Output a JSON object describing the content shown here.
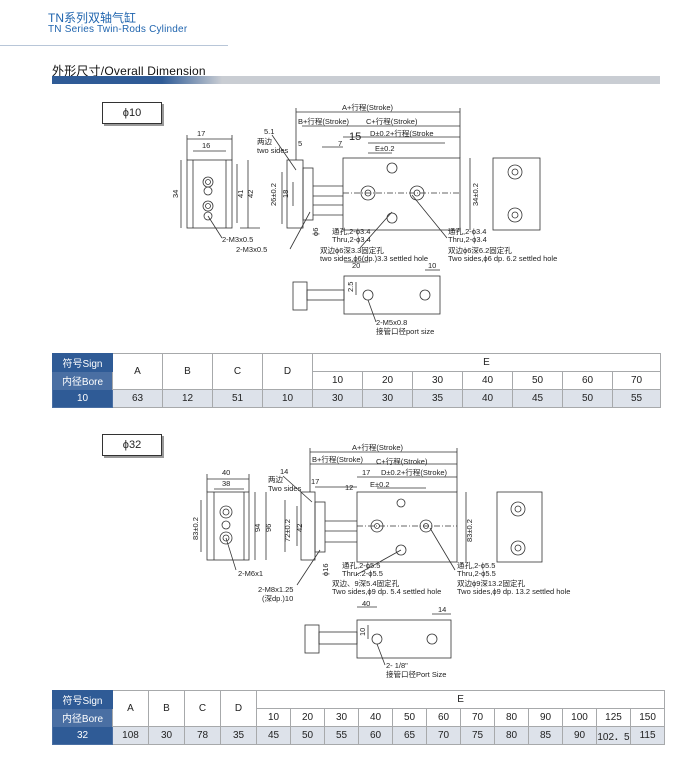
{
  "header": {
    "title_cn": "TN系列双轴气缸",
    "title_en": "TN Series Twin-Rods Cylinder"
  },
  "section": {
    "title": "外形尺寸/Overall Dimension"
  },
  "drawing10": {
    "size_label": "ϕ10",
    "dims": {
      "a": "A+行程(Stroke)",
      "b": "B+行程(Stroke)",
      "c": "C+行程(Stroke)",
      "d": "D±0.2+行程(Stroke",
      "e": "E±0.2",
      "w17": "17",
      "w16": "16",
      "h34": "34",
      "h41": "41",
      "h42": "42",
      "d51": "5.1",
      "d5": "5",
      "d15": "15",
      "d7": "7",
      "d26": "26±0.2",
      "d18": "18",
      "d6": "ϕ6",
      "d34": "34±0.2",
      "m3a": "2-M3x0.5",
      "m3b": "2-M3x0.5",
      "twosides_cn": "两边",
      "twosides_en": "two sides",
      "thru1_cn": "通孔,2-ϕ3.4",
      "thru1_en": "Thru,2-ϕ3.4",
      "thru2_cn": "通孔,2-ϕ3.4",
      "thru2_en": "Thru,2-ϕ3.4",
      "settled1_cn": "双边ϕ6深3.3固定孔",
      "settled1_en": "two sides,ϕ6(dp.)3.3 settled hole",
      "settled2_cn": "双边ϕ6深6.2固定孔",
      "settled2_en": "Two sides,ϕ6 dp. 6.2 settled hole",
      "d20": "20",
      "d10": "10",
      "d25": "2.5",
      "port": "2-M5x0.8",
      "port_cn": "接管口径port size"
    }
  },
  "table10": {
    "symbol_label": "符号Sign",
    "bore_label": "内径Bore",
    "cols": [
      "A",
      "B",
      "C",
      "D"
    ],
    "e_label": "E",
    "e_strokes": [
      "10",
      "20",
      "30",
      "40",
      "50",
      "60",
      "70"
    ],
    "row": {
      "bore": "10",
      "values": [
        "63",
        "12",
        "51",
        "10"
      ],
      "e_values": [
        "30",
        "30",
        "35",
        "40",
        "45",
        "50",
        "55"
      ]
    }
  },
  "drawing32": {
    "size_label": "ϕ32",
    "dims": {
      "a": "A+行程(Stroke)",
      "b": "B+行程(Stroke)",
      "c": "C+行程(Stroke)",
      "d": "D±0.2+行程(Stroke)",
      "e": "E±0.2",
      "w40": "40",
      "w38": "38",
      "h83": "83±0.2",
      "h94": "94",
      "h96": "96",
      "d14": "14",
      "d17": "17",
      "d12": "12",
      "d72": "72±0.2",
      "d42": "42",
      "d16": "ϕ16",
      "d83r": "83±0.2",
      "m6": "2-M6x1",
      "m8a": "2-M8x1.25",
      "m8b": "(深dp.)10",
      "twosides_cn": "两边",
      "twosides_en": "Two sides",
      "thru1_cn": "通孔,2-ϕ5.5",
      "thru1_en": "Thru..2-ϕ5.5",
      "thru2_cn": "通孔,2-ϕ5.5",
      "thru2_en": "Thru,2-ϕ5.5",
      "settled1_cn": "双边、9深5.4固定孔",
      "settled1_en": "Two sides,ϕ9 dp. 5.4 settled hole",
      "settled2_cn": "双边ϕ9深13.2固定孔",
      "settled2_en": "Two sides,ϕ9 dp. 13.2 settled hole",
      "d40": "40",
      "d14b": "14",
      "d10": "10",
      "port": "2- 1/8\"",
      "port_cn": "接管口径Port Size"
    }
  },
  "table32": {
    "symbol_label": "符号Sign",
    "bore_label": "内径Bore",
    "cols": [
      "A",
      "B",
      "C",
      "D"
    ],
    "e_label": "E",
    "e_strokes": [
      "10",
      "20",
      "30",
      "40",
      "50",
      "60",
      "70",
      "80",
      "90",
      "100",
      "125",
      "150"
    ],
    "row": {
      "bore": "32",
      "values": [
        "108",
        "30",
        "78",
        "35"
      ],
      "e_values": [
        "45",
        "50",
        "55",
        "60",
        "65",
        "70",
        "75",
        "80",
        "85",
        "90",
        "102．5",
        "115"
      ]
    }
  }
}
